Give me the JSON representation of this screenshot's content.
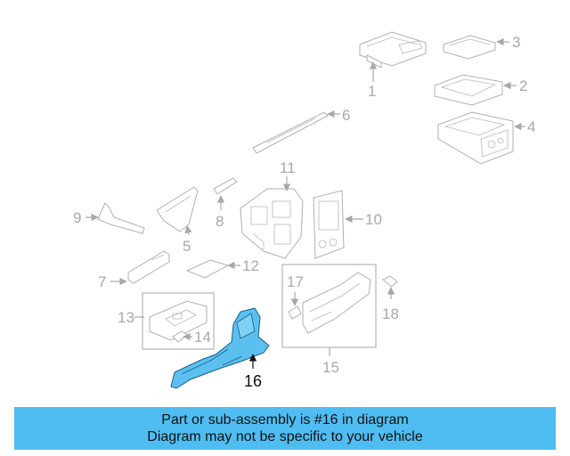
{
  "diagram": {
    "callouts": [
      "1",
      "2",
      "3",
      "4",
      "5",
      "6",
      "7",
      "8",
      "9",
      "10",
      "11",
      "12",
      "13",
      "14",
      "15",
      "16",
      "17",
      "18"
    ],
    "highlighted_part": "16",
    "highlight_color": "#5bc0f0",
    "part_line_color": "#b0b0b0"
  },
  "banner": {
    "line1": "Part or sub-assembly is #16 in diagram",
    "line2": "Diagram may not be specific to your vehicle",
    "background": "#4fbdf1"
  }
}
